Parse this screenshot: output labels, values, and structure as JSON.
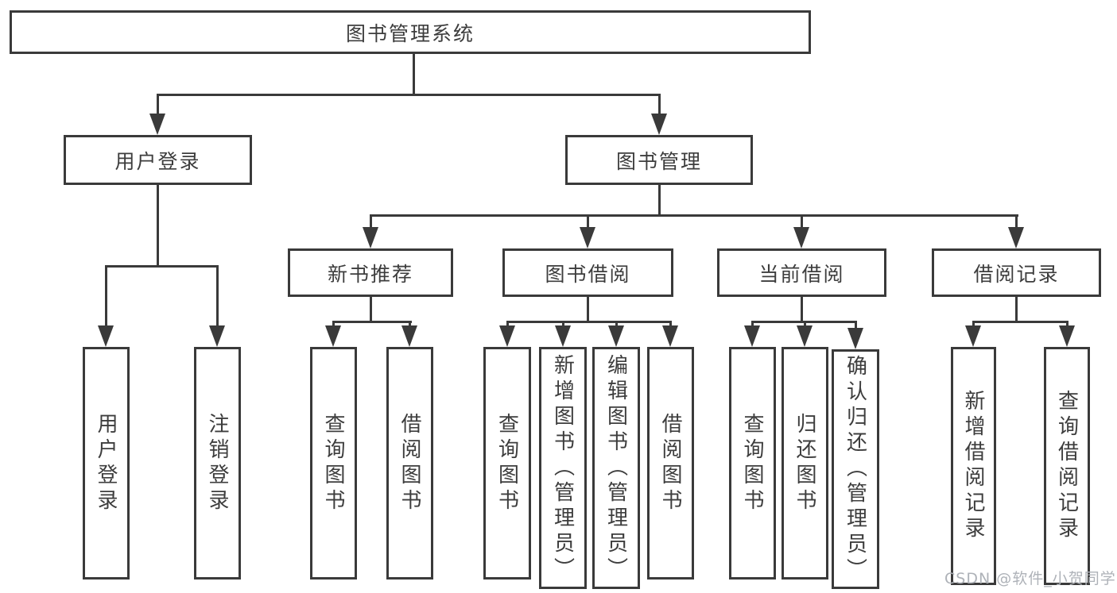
{
  "diagram_type": "hierarchy",
  "colors": {
    "background": "#ffffff",
    "line": "#3a3a3a",
    "box_border": "#3a3a3a",
    "text": "#3d3d3d",
    "watermark": "#aeb2b8"
  },
  "watermark": {
    "text": "CSDN @软件_小贺同学"
  },
  "tree": {
    "label": "图书管理系统",
    "children": [
      {
        "label": "用户登录",
        "children": [
          {
            "label": "用户登录"
          },
          {
            "label": "注销登录"
          }
        ]
      },
      {
        "label": "图书管理",
        "children": [
          {
            "label": "新书推荐",
            "children": [
              {
                "label": "查询图书"
              },
              {
                "label": "借阅图书"
              }
            ]
          },
          {
            "label": "图书借阅",
            "children": [
              {
                "label": "查询图书"
              },
              {
                "label": "新增图书（管理员）"
              },
              {
                "label": "编辑图书（管理员）"
              },
              {
                "label": "借阅图书"
              }
            ]
          },
          {
            "label": "当前借阅",
            "children": [
              {
                "label": "查询图书"
              },
              {
                "label": "归还图书"
              },
              {
                "label": "确认归还（管理员）"
              }
            ]
          },
          {
            "label": "借阅记录",
            "children": [
              {
                "label": "新增借阅记录"
              },
              {
                "label": "查询借阅记录"
              }
            ]
          }
        ]
      }
    ]
  }
}
